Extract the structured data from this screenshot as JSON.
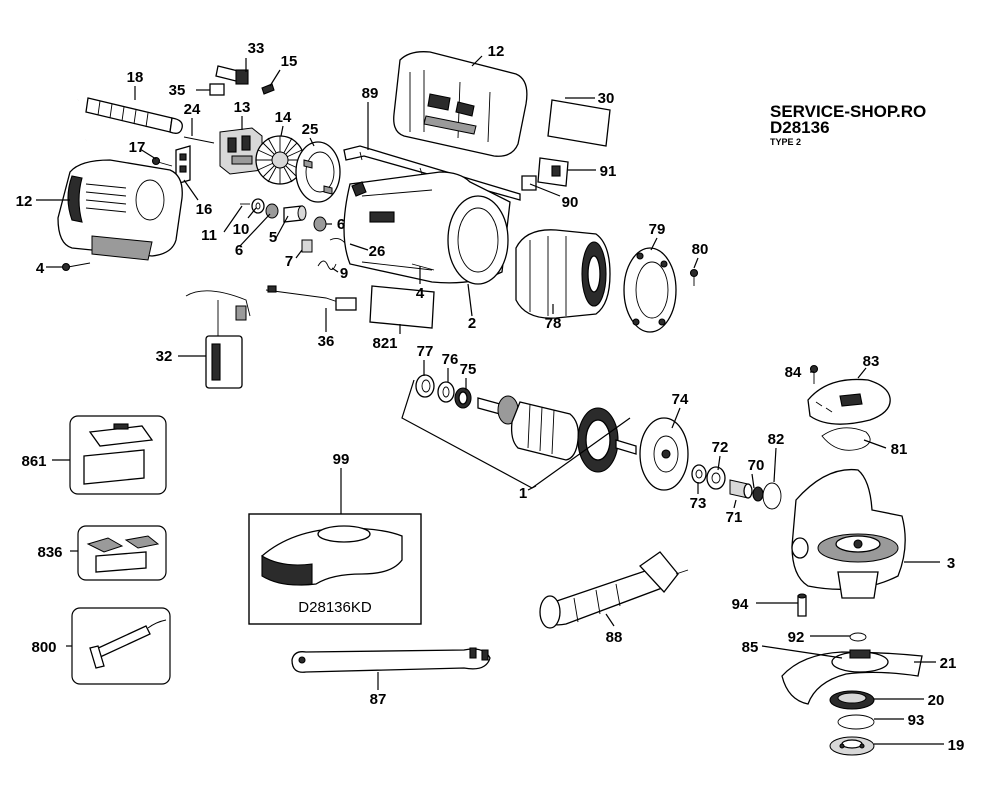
{
  "header": {
    "shop": "SERVICE-SHOP.RO",
    "model": "D28136",
    "type": "TYPE 2"
  },
  "kit_caption": "D28136KD",
  "callouts": [
    {
      "id": "c33",
      "text": "33"
    },
    {
      "id": "c15",
      "text": "15"
    },
    {
      "id": "c35",
      "text": "35"
    },
    {
      "id": "c18",
      "text": "18"
    },
    {
      "id": "c24",
      "text": "24"
    },
    {
      "id": "c13",
      "text": "13"
    },
    {
      "id": "c14",
      "text": "14"
    },
    {
      "id": "c25",
      "text": "25"
    },
    {
      "id": "c17",
      "text": "17"
    },
    {
      "id": "c16",
      "text": "16"
    },
    {
      "id": "c12a",
      "text": "12"
    },
    {
      "id": "c12b",
      "text": "12"
    },
    {
      "id": "c89",
      "text": "89"
    },
    {
      "id": "c30",
      "text": "30"
    },
    {
      "id": "c91",
      "text": "91"
    },
    {
      "id": "c90",
      "text": "90"
    },
    {
      "id": "c11",
      "text": "11"
    },
    {
      "id": "c10",
      "text": "10"
    },
    {
      "id": "c6a",
      "text": "6"
    },
    {
      "id": "c6b",
      "text": "6"
    },
    {
      "id": "c5",
      "text": "5"
    },
    {
      "id": "c26",
      "text": "26"
    },
    {
      "id": "c7",
      "text": "7"
    },
    {
      "id": "c9",
      "text": "9"
    },
    {
      "id": "c4a",
      "text": "4"
    },
    {
      "id": "c4b",
      "text": "4"
    },
    {
      "id": "c2",
      "text": "2"
    },
    {
      "id": "c78",
      "text": "78"
    },
    {
      "id": "c79",
      "text": "79"
    },
    {
      "id": "c80",
      "text": "80"
    },
    {
      "id": "c36",
      "text": "36"
    },
    {
      "id": "c821",
      "text": "821"
    },
    {
      "id": "c32",
      "text": "32"
    },
    {
      "id": "c77",
      "text": "77"
    },
    {
      "id": "c76",
      "text": "76"
    },
    {
      "id": "c75",
      "text": "75"
    },
    {
      "id": "c74",
      "text": "74"
    },
    {
      "id": "c72",
      "text": "72"
    },
    {
      "id": "c82",
      "text": "82"
    },
    {
      "id": "c70",
      "text": "70"
    },
    {
      "id": "c73",
      "text": "73"
    },
    {
      "id": "c71",
      "text": "71"
    },
    {
      "id": "c1",
      "text": "1"
    },
    {
      "id": "c84",
      "text": "84"
    },
    {
      "id": "c83",
      "text": "83"
    },
    {
      "id": "c81",
      "text": "81"
    },
    {
      "id": "c3",
      "text": "3"
    },
    {
      "id": "c861",
      "text": "861"
    },
    {
      "id": "c99",
      "text": "99"
    },
    {
      "id": "c836",
      "text": "836"
    },
    {
      "id": "c800",
      "text": "800"
    },
    {
      "id": "c94",
      "text": "94"
    },
    {
      "id": "c92",
      "text": "92"
    },
    {
      "id": "c88",
      "text": "88"
    },
    {
      "id": "c85",
      "text": "85"
    },
    {
      "id": "c21",
      "text": "21"
    },
    {
      "id": "c20",
      "text": "20"
    },
    {
      "id": "c93",
      "text": "93"
    },
    {
      "id": "c19",
      "text": "19"
    },
    {
      "id": "c87",
      "text": "87"
    }
  ]
}
